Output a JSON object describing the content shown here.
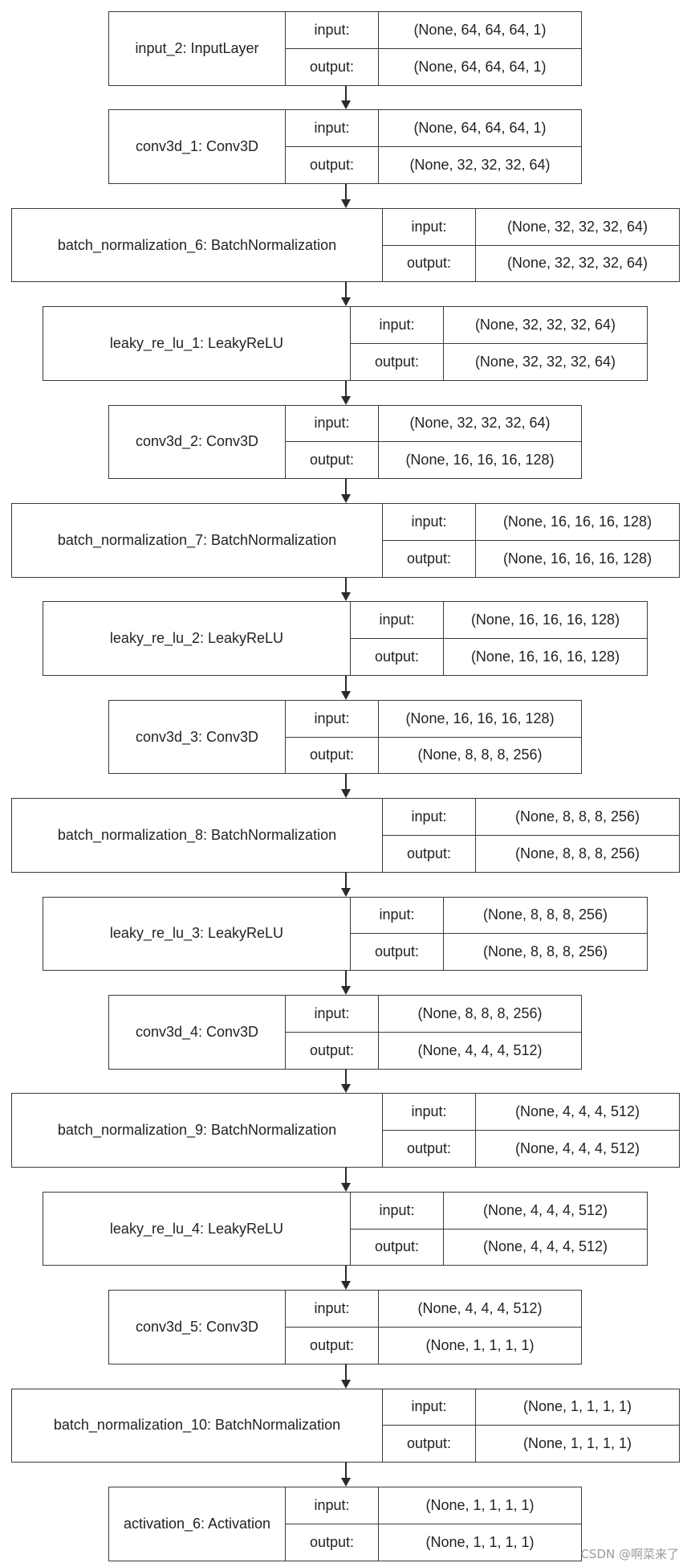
{
  "labels": {
    "input": "input:",
    "output": "output:"
  },
  "layers": [
    {
      "name": "input_2: InputLayer",
      "input": "(None, 64, 64, 64, 1)",
      "output": "(None, 64, 64, 64, 1)"
    },
    {
      "name": "conv3d_1: Conv3D",
      "input": "(None, 64, 64, 64, 1)",
      "output": "(None, 32, 32, 32, 64)"
    },
    {
      "name": "batch_normalization_6: BatchNormalization",
      "input": "(None, 32, 32, 32, 64)",
      "output": "(None, 32, 32, 32, 64)"
    },
    {
      "name": "leaky_re_lu_1: LeakyReLU",
      "input": "(None, 32, 32, 32, 64)",
      "output": "(None, 32, 32, 32, 64)"
    },
    {
      "name": "conv3d_2: Conv3D",
      "input": "(None, 32, 32, 32, 64)",
      "output": "(None, 16, 16, 16, 128)"
    },
    {
      "name": "batch_normalization_7: BatchNormalization",
      "input": "(None, 16, 16, 16, 128)",
      "output": "(None, 16, 16, 16, 128)"
    },
    {
      "name": "leaky_re_lu_2: LeakyReLU",
      "input": "(None, 16, 16, 16, 128)",
      "output": "(None, 16, 16, 16, 128)"
    },
    {
      "name": "conv3d_3: Conv3D",
      "input": "(None, 16, 16, 16, 128)",
      "output": "(None, 8, 8, 8, 256)"
    },
    {
      "name": "batch_normalization_8: BatchNormalization",
      "input": "(None, 8, 8, 8, 256)",
      "output": "(None, 8, 8, 8, 256)"
    },
    {
      "name": "leaky_re_lu_3: LeakyReLU",
      "input": "(None, 8, 8, 8, 256)",
      "output": "(None, 8, 8, 8, 256)"
    },
    {
      "name": "conv3d_4: Conv3D",
      "input": "(None, 8, 8, 8, 256)",
      "output": "(None, 4, 4, 4, 512)"
    },
    {
      "name": "batch_normalization_9: BatchNormalization",
      "input": "(None, 4, 4, 4, 512)",
      "output": "(None, 4, 4, 4, 512)"
    },
    {
      "name": "leaky_re_lu_4: LeakyReLU",
      "input": "(None, 4, 4, 4, 512)",
      "output": "(None, 4, 4, 4, 512)"
    },
    {
      "name": "conv3d_5: Conv3D",
      "input": "(None, 4, 4, 4, 512)",
      "output": "(None, 1, 1, 1, 1)"
    },
    {
      "name": "batch_normalization_10: BatchNormalization",
      "input": "(None, 1, 1, 1, 1)",
      "output": "(None, 1, 1, 1, 1)"
    },
    {
      "name": "activation_6: Activation",
      "input": "(None, 1, 1, 1, 1)",
      "output": "(None, 1, 1, 1, 1)"
    }
  ],
  "watermark": "CSDN @啊菜来了"
}
